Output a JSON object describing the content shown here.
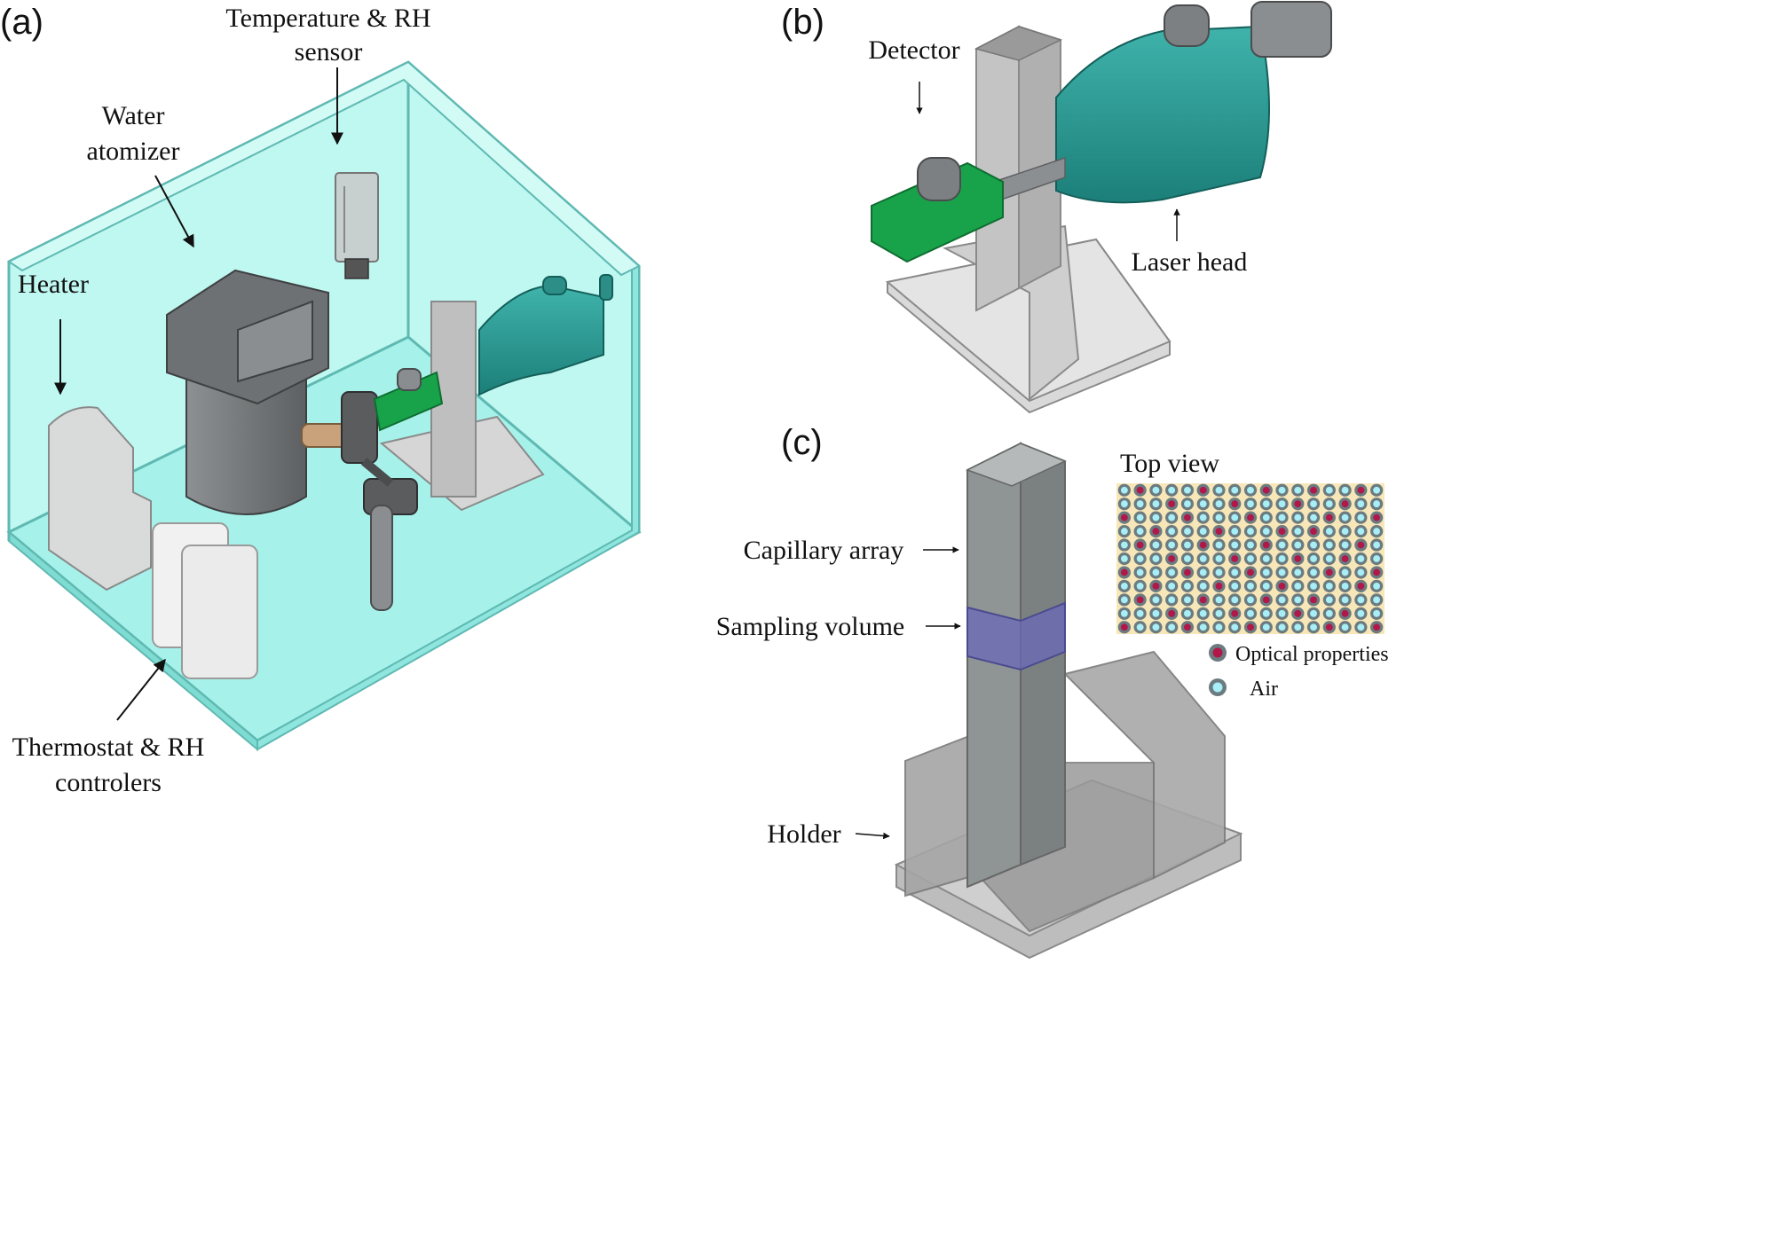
{
  "panels": {
    "a": {
      "tag": "(a)",
      "labels": {
        "sensor_line1": "Temperature & RH",
        "sensor_line2": "sensor",
        "atomizer_line1": "Water",
        "atomizer_line2": "atomizer",
        "heater": "Heater",
        "controllers_line1": "Thermostat & RH",
        "controllers_line2": "controlers"
      }
    },
    "b": {
      "tag": "(b)",
      "labels": {
        "detector": "Detector",
        "laser_head": "Laser head"
      }
    },
    "c": {
      "tag": "(c)",
      "labels": {
        "capillary_array": "Capillary array",
        "sampling_volume": "Sampling volume",
        "holder": "Holder",
        "top_view": "Top view"
      },
      "legend": [
        {
          "label": "Optical properties",
          "center_color": "#b0184a",
          "ring_color": "#6b7b80"
        },
        {
          "label": "Air",
          "center_color": "#a8eef6",
          "ring_color": "#6b7b80"
        }
      ],
      "grid": {
        "rows": 11,
        "cols": 17,
        "optical_cells": [
          [
            0,
            1
          ],
          [
            0,
            5
          ],
          [
            0,
            9
          ],
          [
            0,
            12
          ],
          [
            0,
            15
          ],
          [
            1,
            3
          ],
          [
            1,
            7
          ],
          [
            1,
            11
          ],
          [
            1,
            14
          ],
          [
            2,
            0
          ],
          [
            2,
            4
          ],
          [
            2,
            8
          ],
          [
            2,
            13
          ],
          [
            2,
            16
          ],
          [
            3,
            2
          ],
          [
            3,
            6
          ],
          [
            3,
            10
          ],
          [
            3,
            12
          ],
          [
            4,
            1
          ],
          [
            4,
            5
          ],
          [
            4,
            9
          ],
          [
            4,
            15
          ],
          [
            5,
            3
          ],
          [
            5,
            7
          ],
          [
            5,
            11
          ],
          [
            5,
            14
          ],
          [
            6,
            0
          ],
          [
            6,
            4
          ],
          [
            6,
            8
          ],
          [
            6,
            13
          ],
          [
            6,
            16
          ],
          [
            7,
            2
          ],
          [
            7,
            6
          ],
          [
            7,
            10
          ],
          [
            7,
            15
          ],
          [
            8,
            1
          ],
          [
            8,
            5
          ],
          [
            8,
            9
          ],
          [
            8,
            12
          ],
          [
            9,
            3
          ],
          [
            9,
            7
          ],
          [
            9,
            11
          ],
          [
            9,
            14
          ],
          [
            10,
            0
          ],
          [
            10,
            4
          ],
          [
            10,
            8
          ],
          [
            10,
            13
          ],
          [
            10,
            16
          ]
        ]
      }
    }
  },
  "colors": {
    "chamber": "#8ff0e6",
    "chamber_edge": "#5fb9b2",
    "teal_laser": "#2a9d96",
    "green_detector": "#18a34a",
    "dark_grey": "#5d5f61",
    "light_grey": "#d9d9d9",
    "purple_band": "#6a6ab8"
  }
}
